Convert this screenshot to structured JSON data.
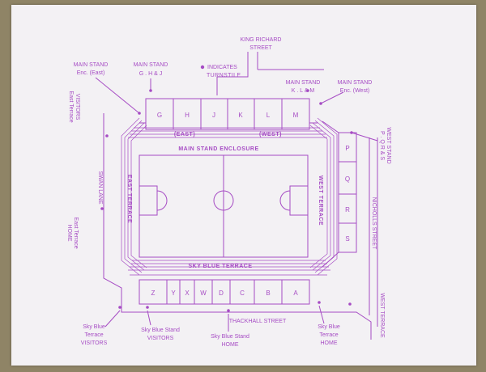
{
  "colors": {
    "ink": "#a64cc4",
    "paper": "#f3f1f4",
    "background": "#8f8466"
  },
  "legend": {
    "dot_label": "INDICATES",
    "dot_label_2": "TURNSTILE"
  },
  "roads": {
    "king_richard": [
      "KING RICHARD",
      "STREET"
    ],
    "swan_lane": "SWAN LANE",
    "nicholls": "NICHOLLS STREET",
    "thackhall": "THACKHALL STREET"
  },
  "stands": {
    "main_enclosure": "MAIN STAND ENCLOSURE",
    "east_terrace": "EAST TERRACE",
    "west_terrace": "WEST TERRACE",
    "sky_blue_terrace": "SKY BLUE TERRACE",
    "east_section": "(EAST)",
    "west_section": "(WEST)"
  },
  "blocks": {
    "main": [
      "G",
      "H",
      "J",
      "K",
      "L",
      "M"
    ],
    "west": [
      "P",
      "Q",
      "R",
      "S"
    ],
    "south": [
      "Z",
      "Y",
      "X",
      "W",
      "D",
      "C",
      "B",
      "A"
    ]
  },
  "entrances": {
    "main_east": [
      "MAIN STAND",
      "Enc. (East)"
    ],
    "main_ghj": [
      "MAIN STAND",
      "G . H & J"
    ],
    "main_klm": [
      "MAIN STAND",
      "K . L & M"
    ],
    "main_west": [
      "MAIN STAND",
      "Enc. (West)"
    ],
    "east_visitors": [
      "East Terrace",
      "VISITORS"
    ],
    "east_home": [
      "East Terrace",
      "HOME"
    ],
    "west_pqrs": [
      "WEST STAND",
      "P . Q R & S"
    ],
    "west_terrace": "WEST TERRACE",
    "sky_terrace_visitors": [
      "Sky Blue",
      "Terrace",
      "VISITORS"
    ],
    "sky_stand_visitors": [
      "Sky Blue Stand",
      "VISITORS"
    ],
    "sky_stand_home": [
      "Sky Blue Stand",
      "HOME"
    ],
    "sky_terrace_home": [
      "Sky Blue",
      "Terrace",
      "HOME"
    ]
  }
}
